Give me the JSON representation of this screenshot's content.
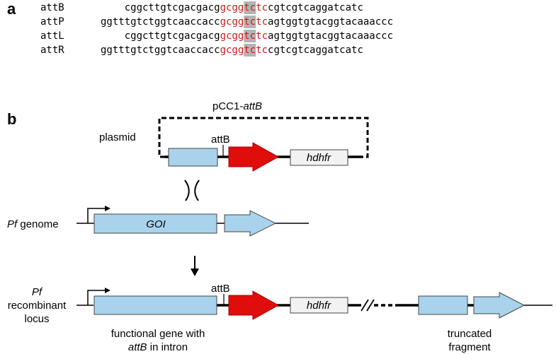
{
  "panel_a": {
    "letter": "a",
    "rows": [
      {
        "label": "attB",
        "pre": "cggcttgtcgacgacg",
        "core_a": "gcgg",
        "core_hl": "tc",
        "core_b": "tc",
        "post": "cgtcgtcaggatcatc",
        "indent": 5
      },
      {
        "label": "attP",
        "pre": "ggtttgtctggtcaaccacc",
        "core_a": "gcgg",
        "core_hl": "tc",
        "core_b": "tc",
        "post": "agtggtgtacggtacaaaccc",
        "indent": 1
      },
      {
        "label": "attL",
        "pre": "cggcttgtcgacgacg",
        "core_a": "gcgg",
        "core_hl": "tc",
        "core_b": "tc",
        "post": "agtggtgtacggtacaaaccc",
        "indent": 5
      },
      {
        "label": "attR",
        "pre": "ggtttgtctggtcaaccacc",
        "core_a": "gcgg",
        "core_hl": "tc",
        "core_b": "tc",
        "post": "cgtcgtcaggatcatc",
        "indent": 1
      }
    ]
  },
  "panel_b": {
    "letter": "b",
    "plasmid_name_prefix": "pCC1-",
    "plasmid_name_italic": "attB",
    "plasmid_label": "plasmid",
    "attB_label": "attB",
    "hdhfr_label": "hdhfr",
    "pf_genome_italic": "Pf",
    "pf_genome_rest": " genome",
    "goi_label": "GOI",
    "recomb_pf": "Pf",
    "recomb_line2": "recombinant",
    "recomb_line3": "locus",
    "functional_line1": "functional gene with",
    "functional_line2_italic": "attB",
    "functional_line2_rest": " in intron",
    "truncated_line1": "truncated",
    "truncated_line2": "fragment"
  },
  "colors": {
    "core_red": "#d7191c",
    "highlight_grey": "#b3b3b3",
    "gene_blue": "#a9d3ec",
    "resistance_red": "#e00d0d",
    "hdhfr_fill": "#f2f2f2"
  }
}
